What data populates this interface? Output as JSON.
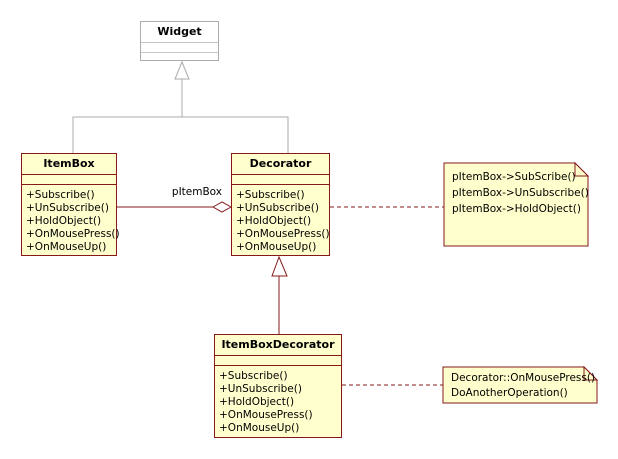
{
  "diagram": {
    "kind": "uml-class-diagram",
    "colors": {
      "class_fill": "#FFFFCE",
      "class_border": "#871919",
      "note_fill": "#FFFFCE",
      "connector_maroon": "#871919",
      "connector_gray": "#ABABAB",
      "widget_fill": "#FFFFFF",
      "text": "#000000"
    }
  },
  "classes": {
    "widget": {
      "title": "Widget",
      "attributes": [],
      "methods": []
    },
    "itembox": {
      "title": "ItemBox",
      "attributes": [],
      "methods": [
        "+Subscribe()",
        "+UnSubscribe()",
        "+HoldObject()",
        "+OnMousePress()",
        "+OnMouseUp()"
      ]
    },
    "decorator": {
      "title": "Decorator",
      "attributes": [],
      "methods": [
        "+Subscribe()",
        "+UnSubscribe()",
        "+HoldObject()",
        "+OnMousePress()",
        "+OnMouseUp()"
      ]
    },
    "itembox_decorator": {
      "title": "ItemBoxDecorator",
      "attributes": [],
      "methods": [
        "+Subscribe()",
        "+UnSubscribe()",
        "+HoldObject()",
        "+OnMousePress()",
        "+OnMouseUp()"
      ]
    }
  },
  "relationships": {
    "aggregation_label": "pItemBox"
  },
  "notes": {
    "decorator_note": {
      "lines": [
        "pItemBox->SubScribe()",
        "pItemBox->UnSubscribe()",
        "pItemBox->HoldObject()"
      ]
    },
    "itembox_decorator_note": {
      "lines": [
        "Decorator::OnMousePress()",
        "DoAnotherOperation()"
      ]
    }
  }
}
